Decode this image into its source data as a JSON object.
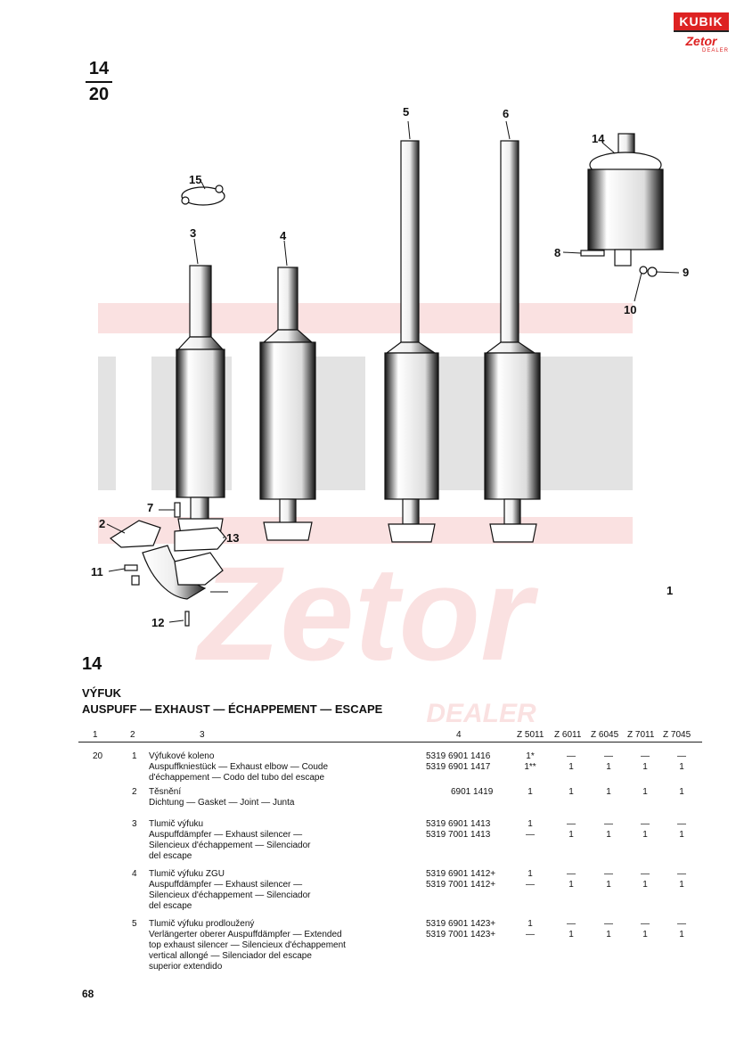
{
  "logo": {
    "brand": "KUBIK",
    "sub_brand": "Zetor",
    "tag": "DEALER"
  },
  "page_fraction": {
    "numerator": "14",
    "denominator": "20"
  },
  "callouts": [
    "1",
    "2",
    "3",
    "4",
    "5",
    "6",
    "7",
    "8",
    "9",
    "10",
    "11",
    "12",
    "13",
    "14",
    "15"
  ],
  "watermark_text": "Zetor",
  "watermark_sub": "DEALER",
  "section_number": "14",
  "title_cz": "VÝFUK",
  "title_multi": "AUSPUFF — EXHAUST — ÉCHAPPEMENT — ESCAPE",
  "table": {
    "headers": [
      "1",
      "2",
      "3",
      "4",
      "Z 5011",
      "Z 6011",
      "Z 6045",
      "Z 7011",
      "Z 7045"
    ],
    "group": "20",
    "rows": [
      {
        "pos": "1",
        "desc": [
          "Výfukové koleno",
          "Auspuffkniestück — Exhaust elbow — Coude",
          "d'échappement — Codo del tubo del escape"
        ],
        "parts": [
          "5319 6901 1416",
          "5319 6901 1417"
        ],
        "qty": [
          [
            "1*",
            "—",
            "—",
            "—",
            "—"
          ],
          [
            "1**",
            "1",
            "1",
            "1",
            "1"
          ]
        ]
      },
      {
        "pos": "2",
        "desc": [
          "Těsnění",
          "Dichtung — Gasket — Joint — Junta"
        ],
        "parts": [
          "6901 1419"
        ],
        "qty": [
          [
            "1",
            "1",
            "1",
            "1",
            "1"
          ]
        ]
      },
      {
        "pos": "3",
        "desc": [
          "Tlumič výfuku",
          "Auspuffdämpfer — Exhaust silencer —",
          "Silencieux d'échappement — Silenciador",
          "del escape"
        ],
        "parts": [
          "5319 6901 1413",
          "5319 7001 1413"
        ],
        "qty": [
          [
            "1",
            "—",
            "—",
            "—",
            "—"
          ],
          [
            "—",
            "1",
            "1",
            "1",
            "1"
          ]
        ]
      },
      {
        "pos": "4",
        "desc": [
          "Tlumič výfuku ZGU",
          "Auspuffdämpfer — Exhaust silencer —",
          "Silencieux d'échappement — Silenciador",
          "del escape"
        ],
        "parts": [
          "5319 6901 1412+",
          "5319 7001 1412+"
        ],
        "qty": [
          [
            "1",
            "—",
            "—",
            "—",
            "—"
          ],
          [
            "—",
            "1",
            "1",
            "1",
            "1"
          ]
        ]
      },
      {
        "pos": "5",
        "desc": [
          "Tlumič výfuku prodloužený",
          "Verlängerter oberer Auspuffdämpfer — Extended",
          "top exhaust silencer — Silencieux d'échappement",
          "vertical allongé — Silenciador del escape",
          "superior extendido"
        ],
        "parts": [
          "5319 6901 1423+",
          "5319 7001 1423+"
        ],
        "qty": [
          [
            "1",
            "—",
            "—",
            "—",
            "—"
          ],
          [
            "—",
            "1",
            "1",
            "1",
            "1"
          ]
        ]
      }
    ]
  },
  "page_number": "68"
}
